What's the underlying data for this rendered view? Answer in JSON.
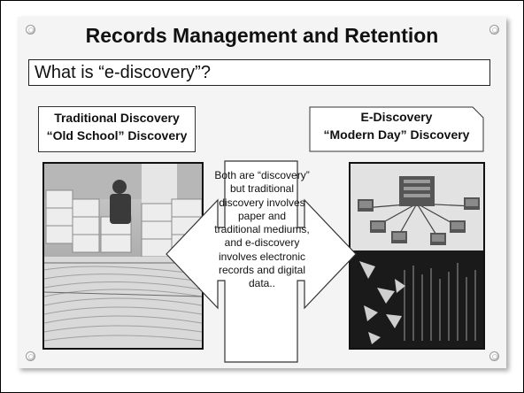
{
  "slide": {
    "title": "Records Management and Retention",
    "subtitle": "What is “e-discovery”?",
    "left_label": {
      "line1": "Traditional Discovery",
      "line2": "“Old School” Discovery"
    },
    "right_label": {
      "line1": "E-Discovery",
      "line2": "“Modern Day” Discovery"
    },
    "center_text": "Both are “discovery” but traditional discovery involves paper and traditional mediums, and e-discovery involves electronic records and digital data..",
    "left_image_icon": "paper-records-photo-icon",
    "right_image_icon": "digital-data-photo-icon",
    "colors": {
      "card": "#f4f4f4",
      "border": "#000000",
      "arrow_fill": "#ffffff"
    }
  }
}
